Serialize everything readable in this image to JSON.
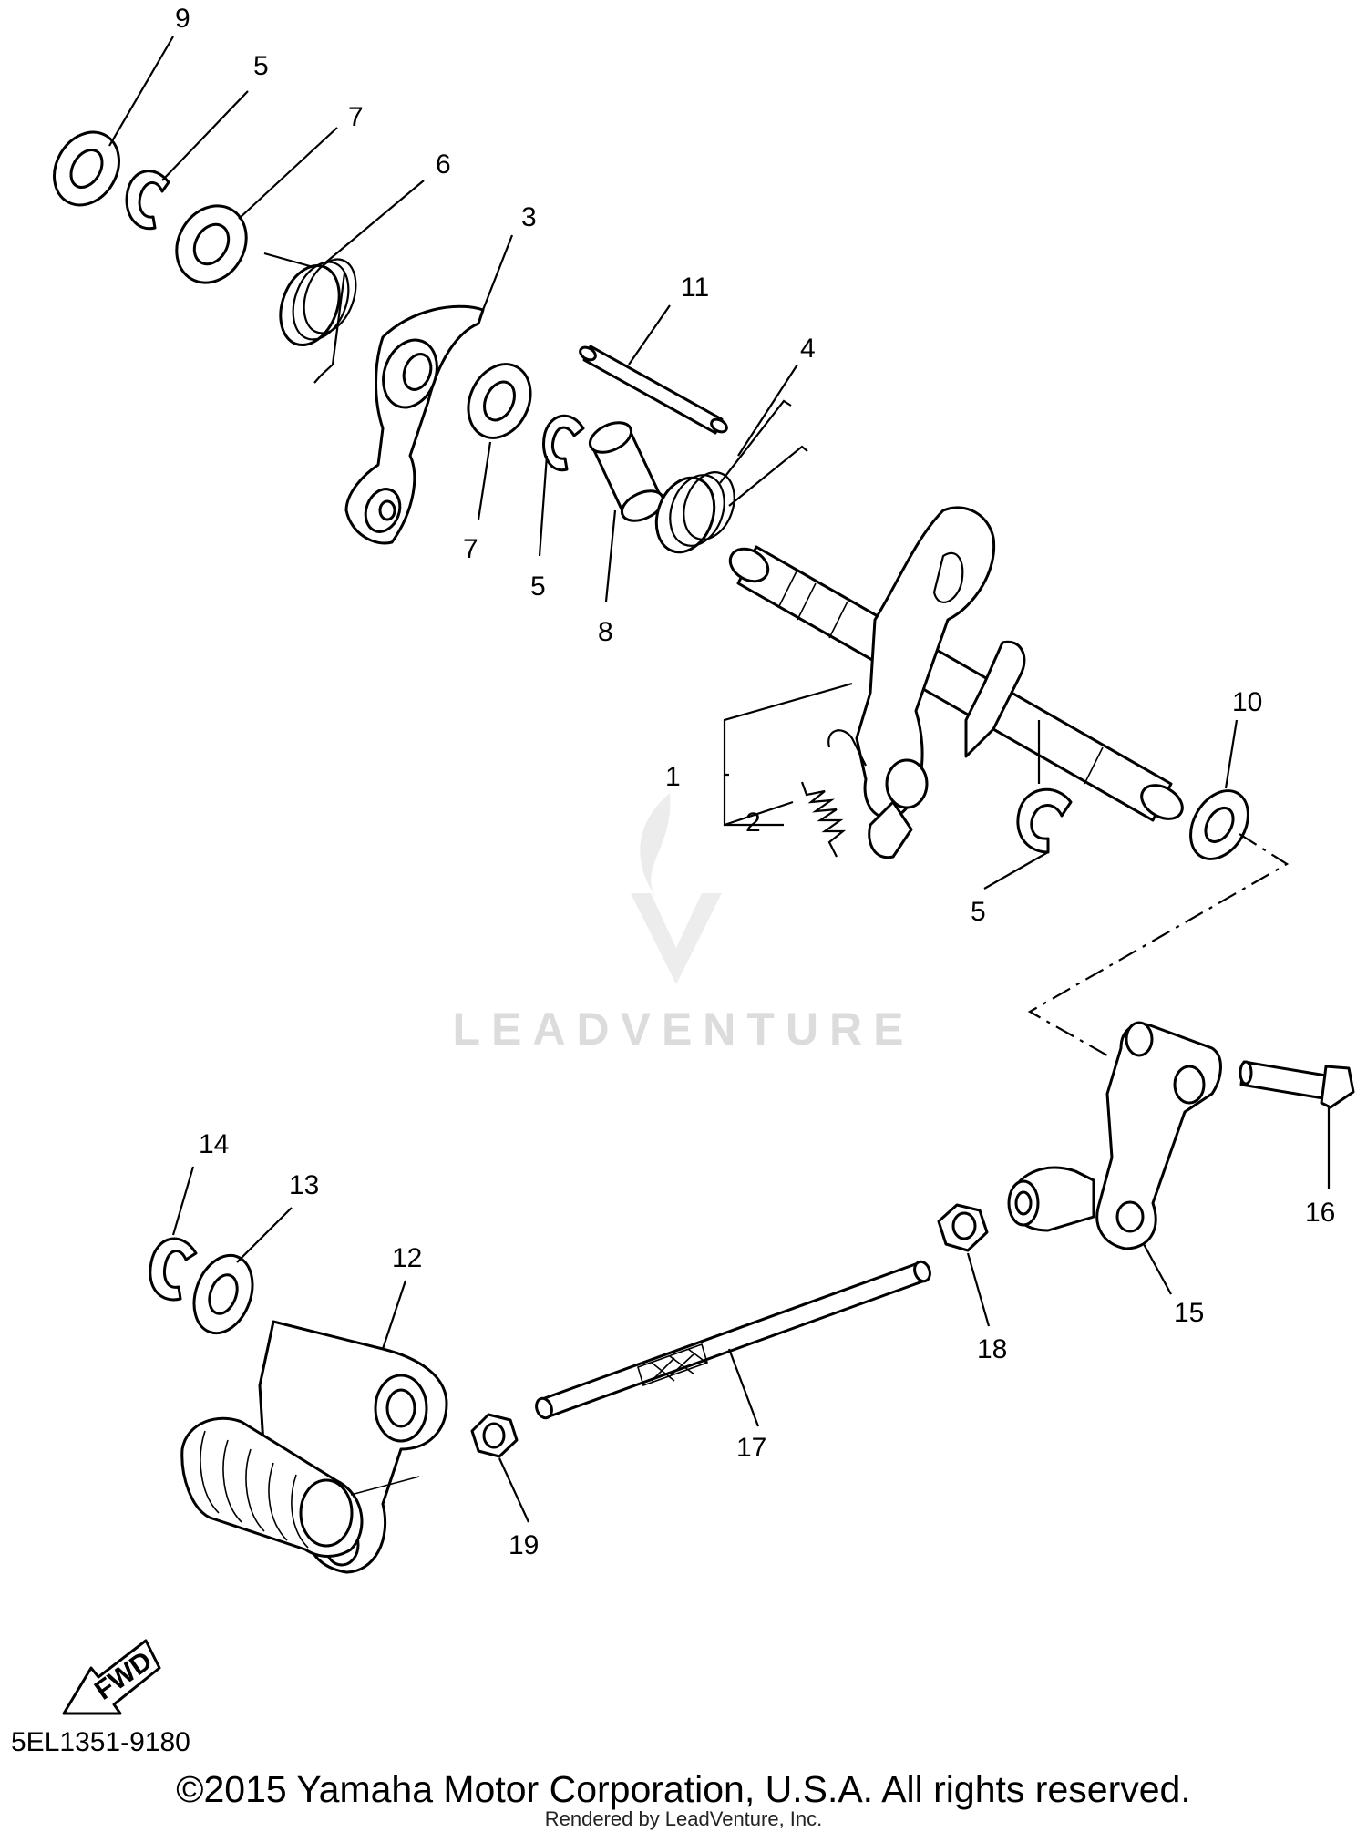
{
  "diagram": {
    "callouts": {
      "c9": "9",
      "c5a": "5",
      "c7a": "7",
      "c6": "6",
      "c3": "3",
      "c11": "11",
      "c4": "4",
      "c7b": "7",
      "c5b": "5",
      "c8": "8",
      "c10": "10",
      "c1": "1",
      "c2": "2",
      "c5c": "5",
      "c14": "14",
      "c13": "13",
      "c12": "12",
      "c16": "16",
      "c15": "15",
      "c18": "18",
      "c17": "17",
      "c19": "19"
    },
    "fwd_label": "FWD"
  },
  "watermark": {
    "text": "LEADVENTURE"
  },
  "footer": {
    "catalog_code": "5EL1351-9180",
    "copyright": "©2015 Yamaha Motor Corporation, U.S.A. All rights reserved.",
    "rendered_by": "Rendered by LeadVenture, Inc."
  }
}
